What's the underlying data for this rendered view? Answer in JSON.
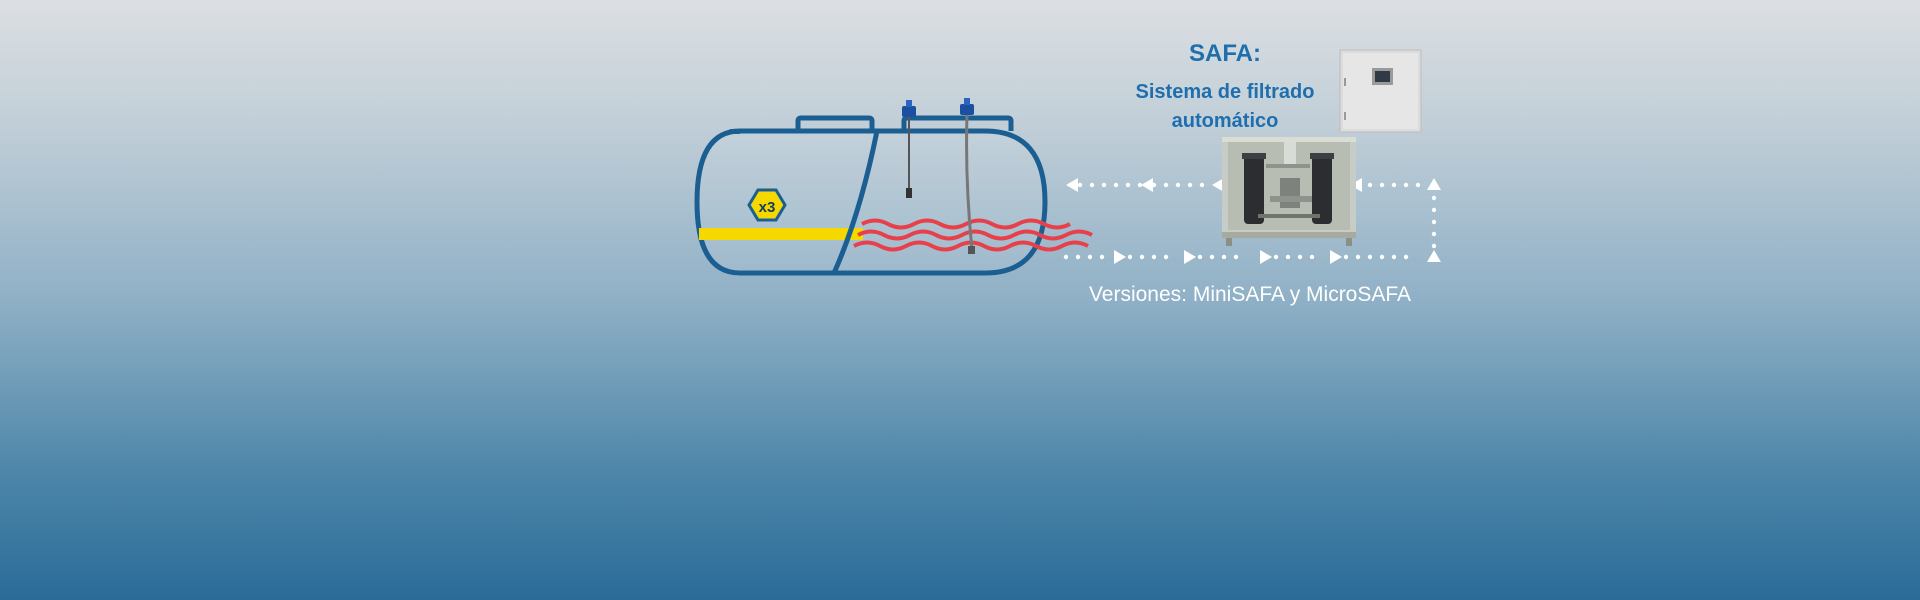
{
  "title": "SAFA:",
  "subtitle_line1": "Sistema de filtrado",
  "subtitle_line2": "automático",
  "versions_text": "Versiones: MiniSAFA y MicroSAFA",
  "badge_text": "x3",
  "colors": {
    "tank_outline": "#1b5f92",
    "fuel_band": "#f4d800",
    "waves": "#e8404a",
    "arrows": "#ffffff",
    "title_text": "#1f6fae"
  }
}
